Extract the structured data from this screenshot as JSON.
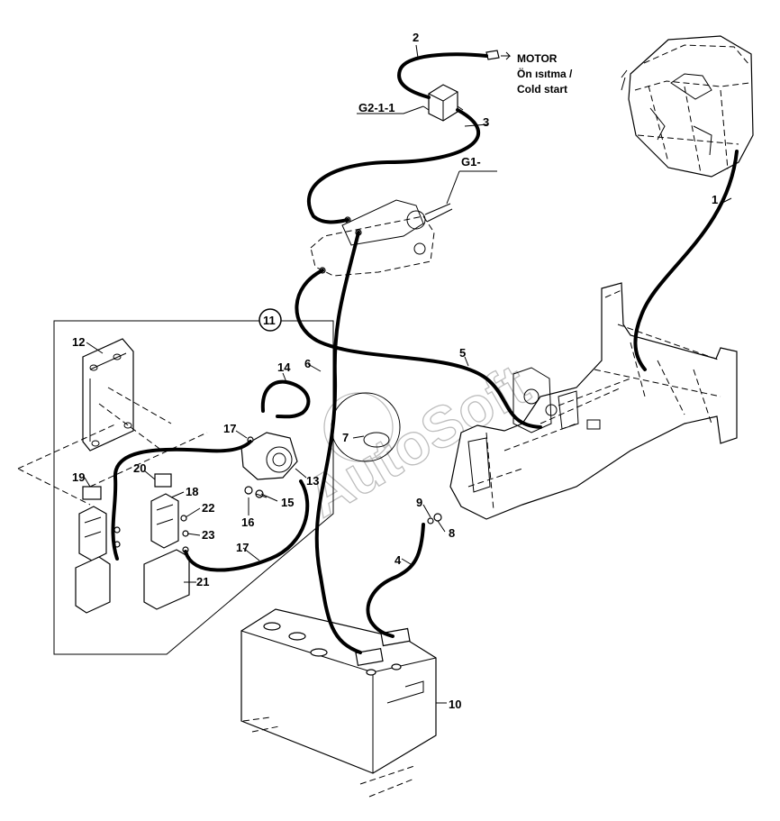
{
  "watermark": "AutoSoft",
  "engine_note": {
    "line1": "MOTOR",
    "line2": "Ön ısıtma /",
    "line3": "Cold start"
  },
  "refs": {
    "g2": "G2-1-1",
    "g1": "G1-"
  },
  "callouts": {
    "c1": "1",
    "c2": "2",
    "c3": "3",
    "c4": "4",
    "c5": "5",
    "c6": "6",
    "c7": "7",
    "c8": "8",
    "c9": "9",
    "c10": "10",
    "c11": "11",
    "c12": "12",
    "c13": "13",
    "c14": "14",
    "c15": "15",
    "c16": "16",
    "c17a": "17",
    "c17b": "17",
    "c18": "18",
    "c19": "19",
    "c20": "20",
    "c21": "21",
    "c22": "22",
    "c23": "23"
  }
}
